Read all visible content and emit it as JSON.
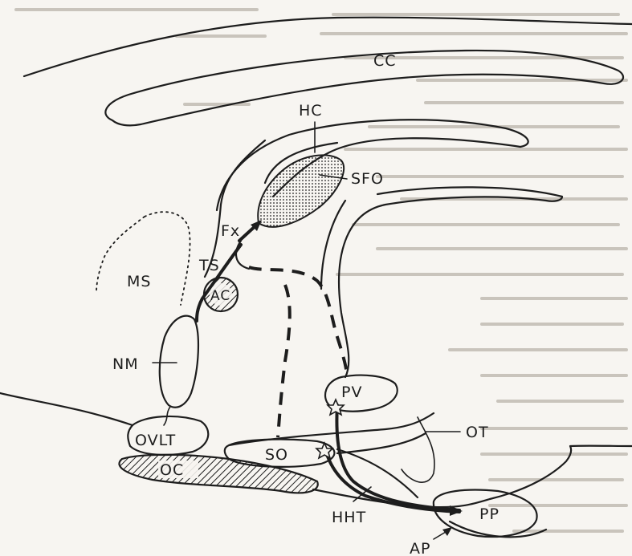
{
  "labels": {
    "cc": "CC",
    "hc": "HC",
    "sfo": "SFO",
    "fx": "Fx",
    "ts": "TS",
    "ms": "MS",
    "ac": "AC",
    "nm": "NM",
    "pv": "PV",
    "ot": "OT",
    "ovlt": "OVLT",
    "oc": "OC",
    "so": "SO",
    "hht": "HHT",
    "pp": "PP",
    "ap": "AP"
  },
  "colors": {
    "ink": "#1d1d1d",
    "paper": "#f7f5f1",
    "bleed_text": "#c9c4bc"
  }
}
